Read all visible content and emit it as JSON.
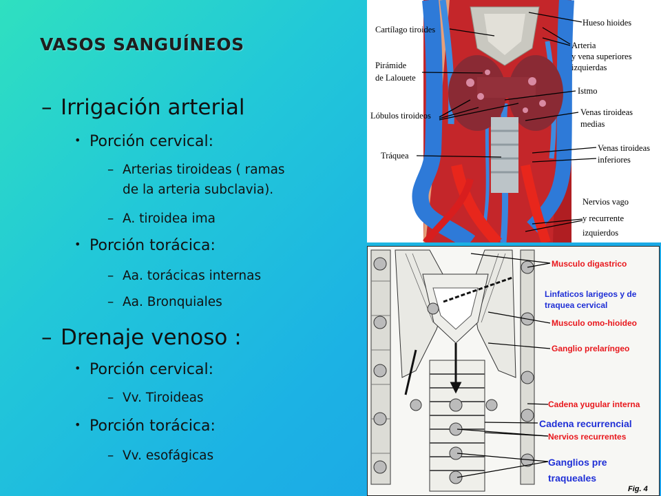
{
  "title": "VASOS SANGUÍNEOS",
  "outline": {
    "arterial": {
      "heading": "Irrigación arterial",
      "cervical": {
        "label": "Porción cervical:",
        "items": [
          "Arterias tiroideas ( ramas",
          "de la arteria subclavia).",
          "A. tiroidea ima"
        ]
      },
      "toracica": {
        "label": "Porción torácica:",
        "items": [
          "Aa. torácicas internas",
          "Aa. Bronquiales"
        ]
      }
    },
    "venoso": {
      "heading": "Drenaje venoso :",
      "cervical": {
        "label": "Porción cervical:",
        "items": [
          "Vv. Tiroideas"
        ]
      },
      "toracica": {
        "label": "Porción torácica:",
        "items": [
          "Vv. esofágicas"
        ]
      }
    }
  },
  "figure_top": {
    "labels": {
      "cartilago": "Cartílago tiroides",
      "piramide1": "Pirámide",
      "piramide2": "de Lalouete",
      "lobulos": "Lóbulos tiroideos",
      "traquea": "Tráquea",
      "hioides": "Hueso hioides",
      "arteria1": "Arteria",
      "arteria2": "y vena superiores",
      "arteria3": "izquierdas",
      "istmo": "Istmo",
      "venas_medias1": "Venas tiroideas",
      "venas_medias2": "medias",
      "venas_inf1": "Venas tiroideas",
      "venas_inf2": "inferiores",
      "nervios1": "Nervios vago",
      "nervios2": "y  recurrente",
      "nervios3": "izquierdos"
    }
  },
  "figure_bottom": {
    "labels": {
      "digastrico": "Musculo digastrico",
      "linfaticos1": "Linfaticos larigeos y de",
      "linfaticos2": "traquea cervical",
      "omo": "Musculo omo-hioideo",
      "prelaringeo": "Ganglio prelaríngeo",
      "yugular": "Cadena yugular interna",
      "recurrencial": "Cadena recurrencial",
      "nervios": "Nervios recurrentes",
      "pretraq1": "Ganglios pre",
      "pretraq2": "traqueales",
      "fig": "Fig. 4"
    },
    "colors": {
      "red": "#e8171c",
      "blue": "#1f2fd6"
    }
  }
}
